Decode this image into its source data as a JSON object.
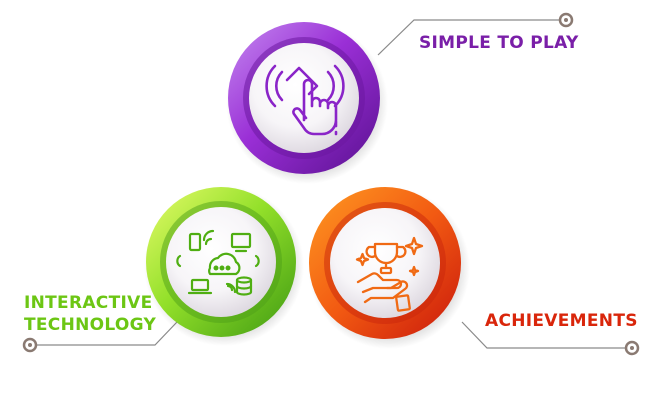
{
  "features": [
    {
      "id": "simple",
      "label": "SIMPLE TO PLAY",
      "color": "#7a1fa8",
      "icon": "tap-hand-icon"
    },
    {
      "id": "tech",
      "label_lines": [
        "INTERACTIVE",
        "TECHNOLOGY"
      ],
      "color": "#6cc614",
      "icon": "network-devices-icon"
    },
    {
      "id": "ach",
      "label": "ACHIEVEMENTS",
      "color": "#d9260b",
      "icon": "trophy-hand-icon"
    }
  ]
}
